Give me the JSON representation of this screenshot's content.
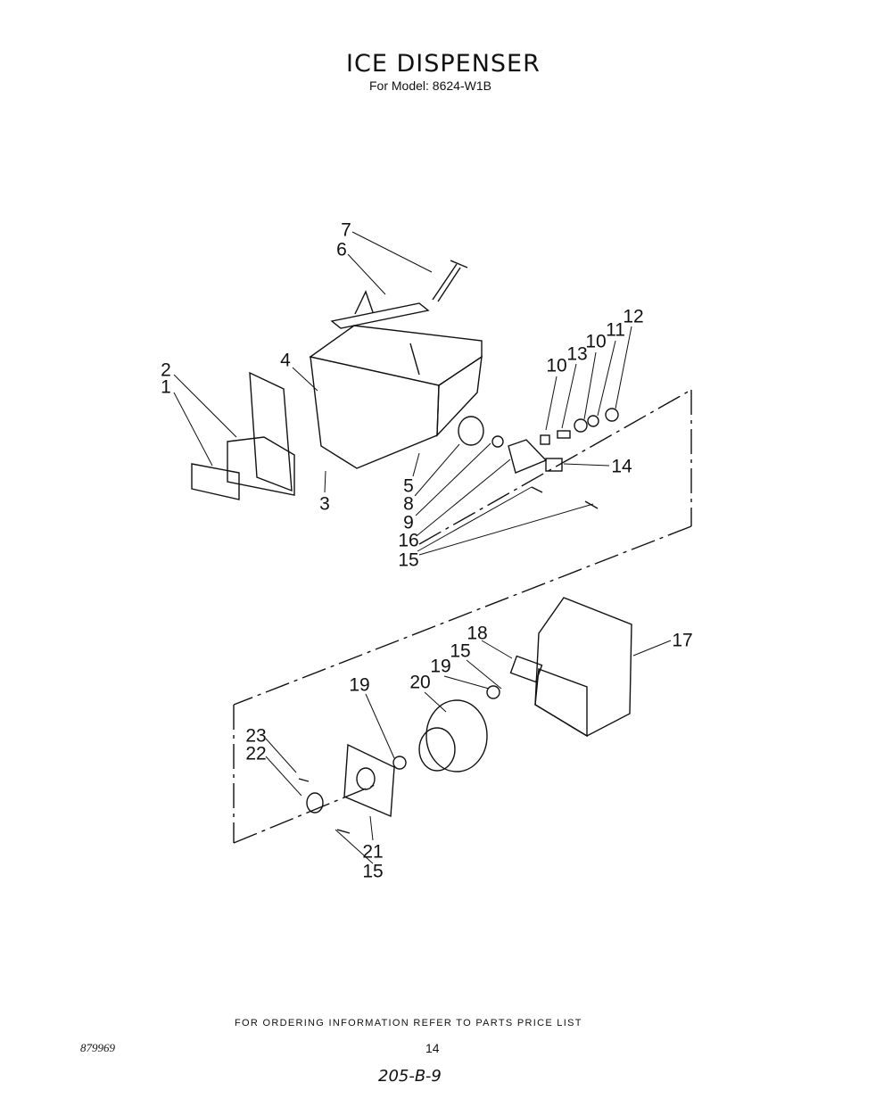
{
  "header": {
    "title": "ICE DISPENSER",
    "subtitle": "For Model: 8624-W1B"
  },
  "callouts": {
    "c7": "7",
    "c6": "6",
    "c2": "2",
    "c1": "1",
    "c4": "4",
    "c3": "3",
    "c5": "5",
    "c8": "8",
    "c9": "9",
    "c16": "16",
    "c15a": "15",
    "c10a": "10",
    "c13": "13",
    "c10b": "10",
    "c11": "11",
    "c12": "12",
    "c14": "14",
    "c18": "18",
    "c15b": "15",
    "c19a": "19",
    "c20": "20",
    "c17": "17",
    "c19b": "19",
    "c23": "23",
    "c22": "22",
    "c21": "21",
    "c15c": "15"
  },
  "footer": {
    "note": "FOR ORDERING INFORMATION REFER TO PARTS PRICE LIST",
    "doc_number": "879969",
    "page_number": "14",
    "handwritten": "205-B-9"
  }
}
